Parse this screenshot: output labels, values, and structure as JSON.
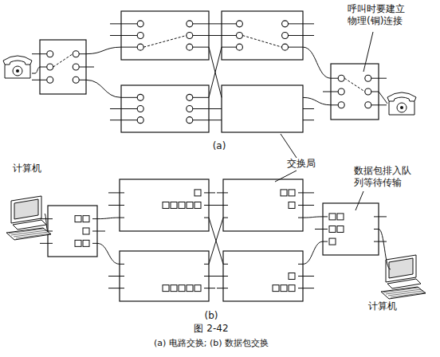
{
  "diagram": {
    "title": "图 2-42",
    "caption": "(a) 电路交换; (b) 数据包交换",
    "labels": [
      "呼叫时要建立物理(铜)连接",
      "(a)",
      "交换局",
      "计算机",
      "数据包排入队列等待传输",
      "计算机",
      "(b)"
    ]
  }
}
